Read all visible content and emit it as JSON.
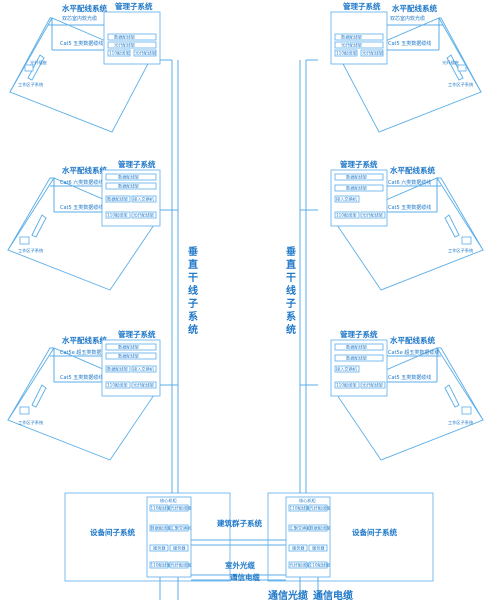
{
  "colors": {
    "line": "#5aaee8",
    "text": "#1f78c8"
  },
  "vertical_backbone_label": [
    "垂",
    "直",
    "干",
    "线",
    "子",
    "系",
    "统"
  ],
  "floors": [
    {
      "side": "left",
      "horizontal_label": "水平配线系统",
      "management_label": "管理子系统",
      "cable_labels": [
        "双芯室内软光缆",
        "Cat5 五类数据缆线"
      ],
      "rack_items": [
        "数据配线架",
        "光纤配线架",
        "110配线架",
        "光纤配线架"
      ],
      "work_area_label": "工作区子系统",
      "outlet_label": "光纤插座"
    },
    {
      "side": "right",
      "horizontal_label": "水平配线系统",
      "management_label": "管理子系统",
      "cable_labels": [
        "双芯室内软光缆",
        "Cat5 五类数据缆线"
      ],
      "rack_items": [
        "数据配线架",
        "光纤配线架",
        "110配线架",
        "光纤配线架"
      ],
      "work_area_label": "工作区子系统",
      "outlet_label": "光纤插座"
    },
    {
      "side": "left",
      "horizontal_label": "水平配线系统",
      "management_label": "管理子系统",
      "cable_labels": [
        "Cat6 六类数据缆线",
        "Cat5 五类数据缆线"
      ],
      "rack_items": [
        "数据配线架",
        "数据配线架",
        "数据配线架",
        "接入交换机",
        "110配线架",
        "光纤配线架"
      ],
      "work_area_label": "工作区子系统",
      "outlet_label": ""
    },
    {
      "side": "right",
      "horizontal_label": "水平配线系统",
      "management_label": "管理子系统",
      "cable_labels": [
        "Cat6 六类数据缆线",
        "Cat5 五类数据缆线"
      ],
      "rack_items": [
        "数据配线架",
        "数据配线架",
        "接入交换机",
        "110配线架",
        "光纤配线架"
      ],
      "work_area_label": "工作区子系统",
      "outlet_label": ""
    },
    {
      "side": "left",
      "horizontal_label": "水平配线系统",
      "management_label": "管理子系统",
      "cable_labels": [
        "Cat5e 超五类数据缆线",
        "Cat5 五类数据缆线"
      ],
      "rack_items": [
        "数据配线架",
        "数据配线架",
        "数据配线架",
        "接入交换机",
        "110配线架",
        "光纤配线架"
      ],
      "work_area_label": "工作区子系统",
      "outlet_label": ""
    },
    {
      "side": "right",
      "horizontal_label": "水平配线系统",
      "management_label": "管理子系统",
      "cable_labels": [
        "Cat5e 超五类数据缆线",
        "Cat5 五类数据缆线"
      ],
      "rack_items": [
        "数据配线架",
        "数据配线架",
        "接入交换机",
        "110配线架",
        "光纤配线架"
      ],
      "work_area_label": "工作区子系统",
      "outlet_label": ""
    }
  ],
  "equipment": {
    "left_label": "设备间子系统",
    "right_label": "设备间子系统",
    "left_rack_title": "核心机柜",
    "right_rack_title": "核心机柜",
    "left_rack": [
      "110配线架",
      "光纤配线架",
      "数据配线架",
      "汇聚交换机",
      "服务器",
      "服务器",
      "110配线架",
      "光纤配线架"
    ],
    "right_rack": [
      "110配线架",
      "光纤配线架",
      "汇聚交换机",
      "数据配线架",
      "服务器",
      "服务器",
      "光纤配线架",
      "110配线架"
    ],
    "building_group_label": "建筑群子系统",
    "outdoor_fiber_label": "室外光缆",
    "comm_cable_label": "通信电缆",
    "bottom_labels": [
      "通信光缆",
      "通信电缆"
    ]
  }
}
